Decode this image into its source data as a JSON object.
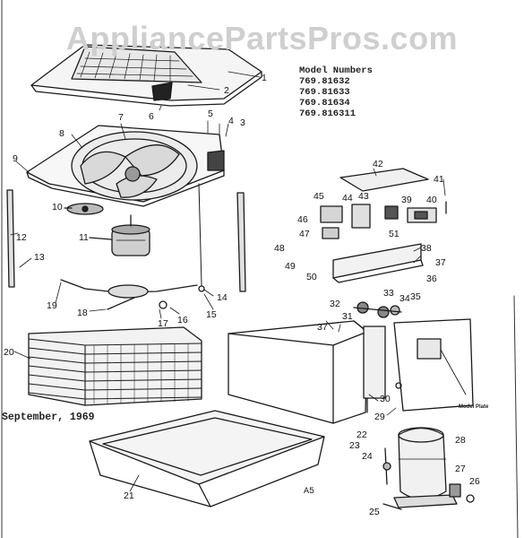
{
  "watermark": "AppliancePartsPros.com",
  "model_numbers": {
    "heading": "Model Numbers",
    "items": [
      "769.81632",
      "769.81633",
      "769.81634",
      "769.816311"
    ]
  },
  "date_label": "September, 1969",
  "page_id": "A5",
  "model_plate_label": "Model Plate",
  "callouts": [
    "1",
    "2",
    "3",
    "4",
    "5",
    "6",
    "7",
    "8",
    "9",
    "10",
    "11",
    "12",
    "13",
    "14",
    "15",
    "16",
    "17",
    "18",
    "19",
    "20",
    "21",
    "22",
    "23",
    "24",
    "25",
    "26",
    "27",
    "28",
    "29",
    "30",
    "31",
    "32",
    "33",
    "34",
    "35",
    "36",
    "37",
    "37",
    "38",
    "39",
    "40",
    "41",
    "42",
    "43",
    "44",
    "45",
    "46",
    "47",
    "48",
    "49",
    "50",
    "51"
  ]
}
